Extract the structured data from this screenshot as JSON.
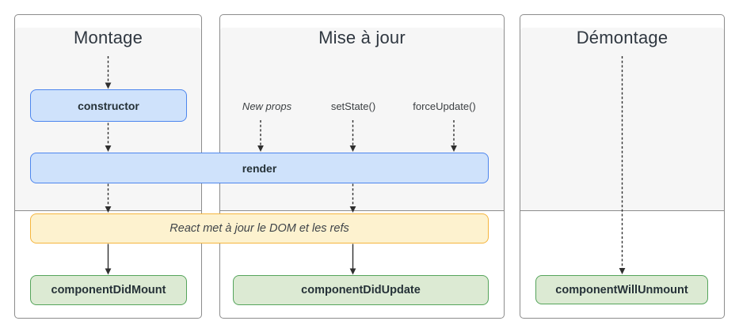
{
  "colors": {
    "canvas-bg": "#ffffff",
    "column-border": "#8c8c8c",
    "column-top-bg": "#f6f6f6",
    "column-bottom-bg": "#ffffff",
    "blue-fill": "#cfe2fb",
    "blue-border": "#4d86ee",
    "yellow-fill": "#fdf2cf",
    "yellow-border": "#f5b53e",
    "green-fill": "#dcead3",
    "green-border": "#55a45b",
    "arrow": "#2f2f2f",
    "title-text": "#2f3740",
    "label-text": "#3c4043",
    "box-text": "#263238"
  },
  "columns": [
    {
      "title": "Montage"
    },
    {
      "title": "Mise à jour"
    },
    {
      "title": "Démontage"
    }
  ],
  "triggers": [
    {
      "label": "New props"
    },
    {
      "label": "setState()"
    },
    {
      "label": "forceUpdate()"
    }
  ],
  "boxes": {
    "constructor": {
      "label": "constructor"
    },
    "render": {
      "label": "render"
    },
    "dom_update": {
      "label": "React met à jour le DOM et les refs"
    },
    "component_did_mount": {
      "label": "componentDidMount"
    },
    "component_did_update": {
      "label": "componentDidUpdate"
    },
    "component_will_unmount": {
      "label": "componentWillUnmount"
    }
  }
}
